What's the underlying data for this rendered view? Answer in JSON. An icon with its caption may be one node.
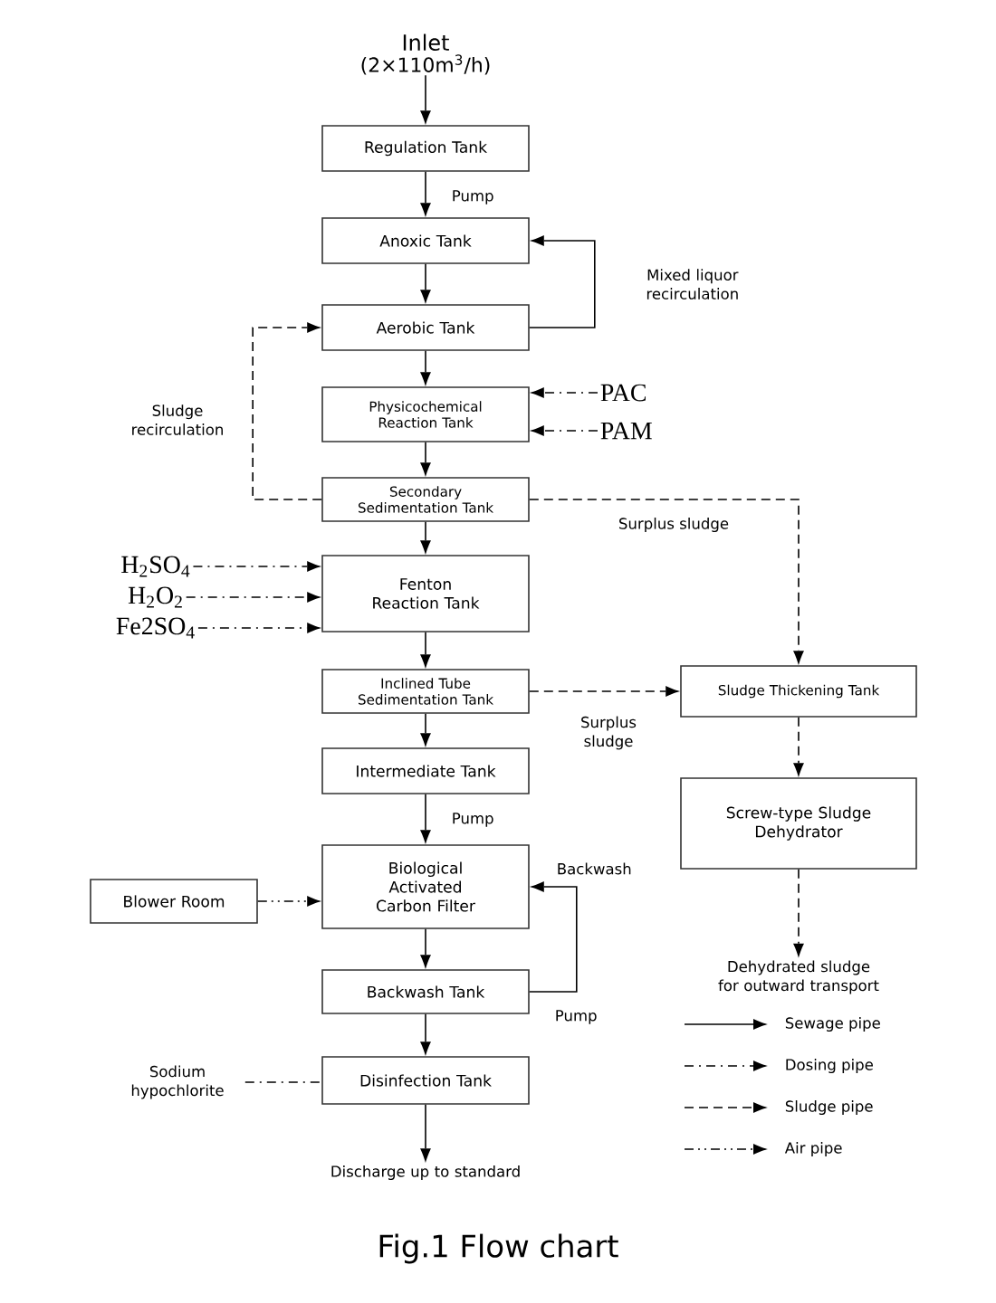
{
  "diagram": {
    "caption": "Fig.1 Flow chart",
    "nodes": [
      {
        "text": [
          "Inlet",
          "(2×110m$^{3}$/h)"
        ]
      },
      {
        "text": [
          "Regulation Tank"
        ]
      },
      {
        "text": [
          "Anoxic Tank"
        ]
      },
      {
        "text": [
          "Aerobic Tank"
        ]
      },
      {
        "text": [
          "Physicochemical Reaction Tank"
        ]
      },
      {
        "text": [
          "Secondary Sedimentation Tank"
        ]
      },
      {
        "text": [
          "Fenton Reaction Tank"
        ]
      },
      {
        "text": [
          "Inclined Tube Sedimentation Tank"
        ]
      },
      {
        "text": [
          "Intermediate Tank"
        ]
      },
      {
        "text": [
          "Biological Activated Carbon Filter"
        ]
      },
      {
        "text": [
          "Backwash Tank"
        ]
      },
      {
        "text": [
          "Disinfection Tank"
        ]
      },
      {
        "text": [
          "Discharge up to standard"
        ]
      },
      {
        "text": [
          "PAC"
        ]
      },
      {
        "text": [
          "PAM"
        ]
      },
      {
        "text": [
          "H$_{2}$SO$_{4}$"
        ]
      },
      {
        "text": [
          "H$_{2}$O$_{2}$"
        ]
      },
      {
        "text": [
          "Fe2SO$_{4}$"
        ]
      },
      {
        "text": [
          "Sludge Thickening Tank"
        ]
      },
      {
        "text": [
          "Screw-type Sludge Dehydrator"
        ]
      },
      {
        "text": [
          "Dehydrated sludge for outward transport"
        ]
      },
      {
        "text": [
          "Blower Room"
        ]
      },
      {
        "text": [
          "Sodium hypochlorite"
        ]
      }
    ],
    "edges": [
      {
        "from": 0,
        "to": 1,
        "arrow": "to"
      },
      {
        "from": 1,
        "to": 2,
        "arrow": "to",
        "label": "Pump"
      },
      {
        "from": 2,
        "to": 3,
        "arrow": "to"
      },
      {
        "from": 3,
        "to": 2,
        "arrow": "to",
        "label": "Mixed liquor recirculation"
      },
      {
        "from": 3,
        "to": 4,
        "arrow": "to"
      },
      {
        "from": 4,
        "to": 5,
        "arrow": "to"
      },
      {
        "from": 5,
        "to": 3,
        "arrow": "to",
        "style": "dashed",
        "label": "Sludge recirculation"
      },
      {
        "from": 13,
        "to": 4,
        "arrow": "to",
        "style": "dashed"
      },
      {
        "from": 14,
        "to": 4,
        "arrow": "to",
        "style": "dashed"
      },
      {
        "from": 5,
        "to": 6,
        "arrow": "to"
      },
      {
        "from": 5,
        "to": 18,
        "arrow": "to",
        "style": "dashed",
        "label": "Surplus sludge"
      },
      {
        "from": 15,
        "to": 6,
        "arrow": "to",
        "style": "dashed"
      },
      {
        "from": 16,
        "to": 6,
        "arrow": "to",
        "style": "dashed"
      },
      {
        "from": 17,
        "to": 6,
        "arrow": "to",
        "style": "dashed"
      },
      {
        "from": 6,
        "to": 7,
        "arrow": "to"
      },
      {
        "from": 7,
        "to": 18,
        "arrow": "to",
        "style": "dashed",
        "label": "Surplus sludge"
      },
      {
        "from": 7,
        "to": 8,
        "arrow": "to"
      },
      {
        "from": 8,
        "to": 9,
        "arrow": "to",
        "label": "Pump"
      },
      {
        "from": 21,
        "to": 9,
        "arrow": "to",
        "style": "dashed"
      },
      {
        "from": 9,
        "to": 10,
        "arrow": "to"
      },
      {
        "from": 10,
        "to": 9,
        "arrow": "to",
        "label": "Backwash"
      },
      {
        "from": 10,
        "to": 11,
        "arrow": "to"
      },
      {
        "from": 22,
        "to": 11,
        "arrow": "none",
        "style": "dashed"
      },
      {
        "from": 11,
        "to": 12,
        "arrow": "to"
      },
      {
        "from": 18,
        "to": 19,
        "arrow": "to",
        "style": "dashed"
      },
      {
        "from": 19,
        "to": 20,
        "arrow": "to",
        "style": "dashed"
      }
    ],
    "labels": [
      "Pump"
    ],
    "legend": [
      {
        "text": "Sewage pipe"
      },
      {
        "text": "Dosing pipe"
      },
      {
        "text": "Sludge pipe"
      },
      {
        "text": "Air pipe"
      }
    ]
  }
}
